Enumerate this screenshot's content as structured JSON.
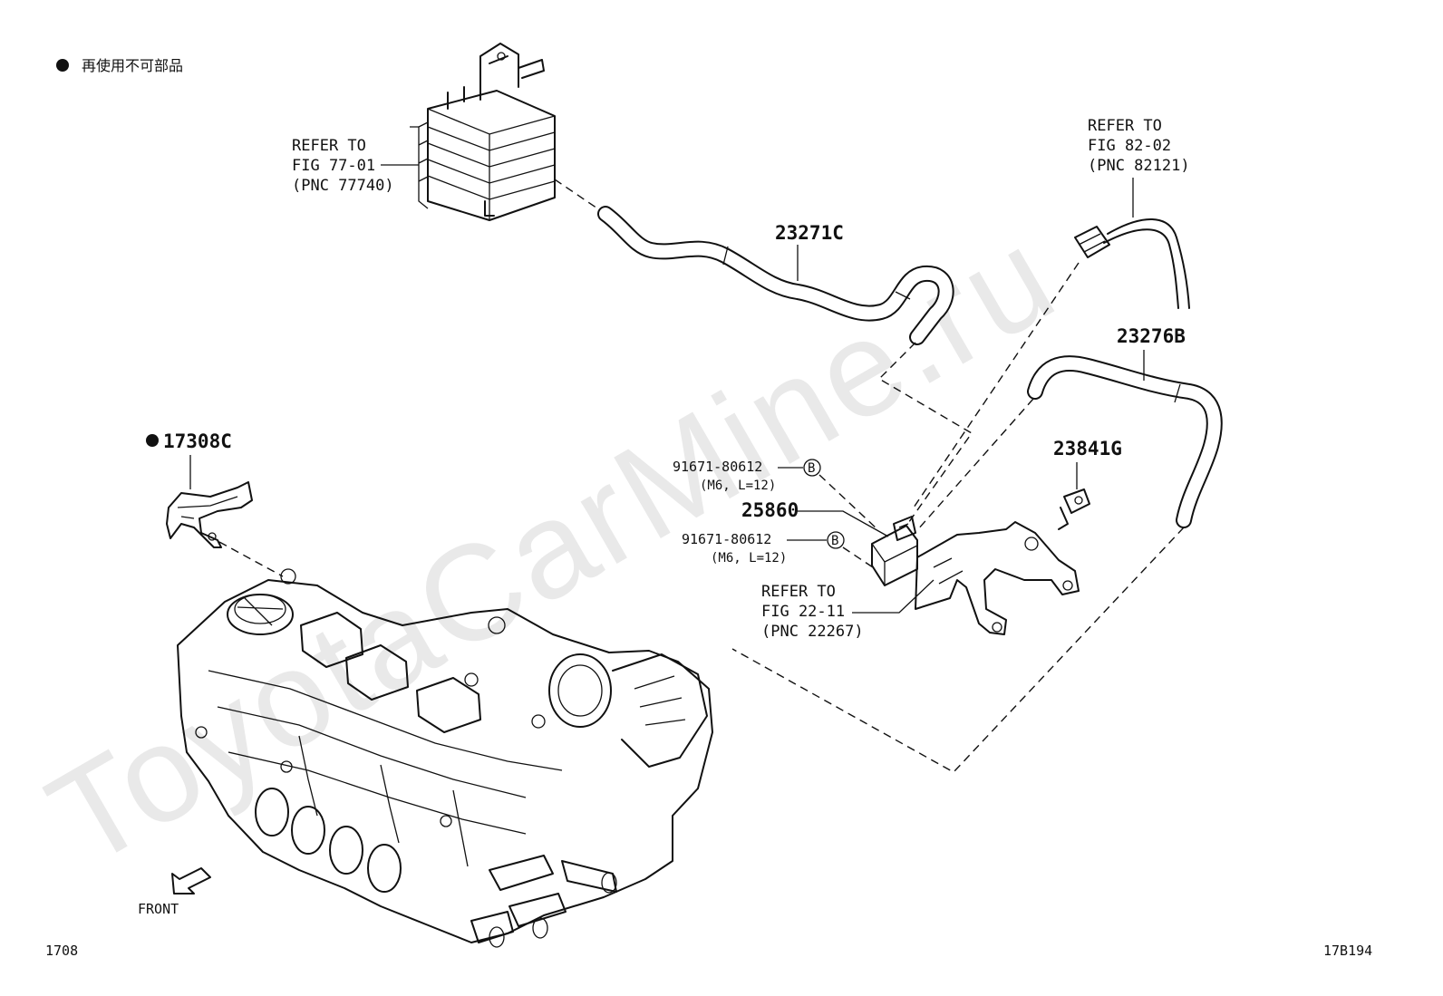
{
  "legend": {
    "marker_meaning": "再使用不可部品"
  },
  "watermark": "ToyotaCarMine.ru",
  "callouts": {
    "canister_ref": [
      "REFER TO",
      "FIG 77-01",
      "(PNC 77740)"
    ],
    "harness_ref": [
      "REFER TO",
      "FIG 82-02",
      "(PNC 82121)"
    ],
    "bracket_ref": [
      "REFER TO",
      "FIG 22-11",
      "(PNC 22267)"
    ]
  },
  "parts": {
    "hose_upper": "23271C",
    "hose_right": "23276B",
    "clamp": "23841G",
    "gasket": "17308C",
    "vsv": "25860",
    "bolt_upper": {
      "number": "91671-80612",
      "spec": "(M6, L=12)",
      "ref": "B"
    },
    "bolt_lower": {
      "number": "91671-80612",
      "spec": "(M6, L=12)",
      "ref": "B"
    }
  },
  "front_label": "FRONT",
  "footer": {
    "left": "1708",
    "right": "17B194"
  }
}
